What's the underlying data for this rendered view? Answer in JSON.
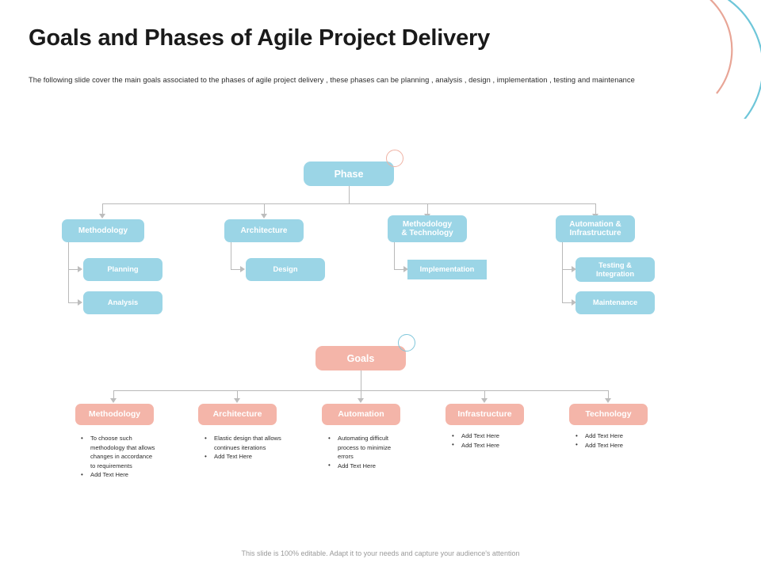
{
  "slide": {
    "title": "Goals and Phases of Agile Project Delivery",
    "subtitle": "The following slide cover the main goals associated to the phases of agile project delivery , these phases can be planning , analysis , design , implementation , testing and maintenance",
    "footer": "This slide is 100% editable. Adapt it to your needs and capture your audience's attention"
  },
  "colors": {
    "blue": "#9BD5E6",
    "salmon": "#F4B5A9",
    "connector": "#b9b9b9",
    "title": "#1a1a1a",
    "footer": "#9a9a9a"
  },
  "phases": {
    "root_label": "Phase",
    "branches": [
      {
        "label": "Methodology",
        "children": [
          "Planning",
          "Analysis"
        ]
      },
      {
        "label": "Architecture",
        "children": [
          "Design"
        ]
      },
      {
        "label": "Methodology & Technology",
        "line1": "Methodology",
        "line2": "& Technology",
        "children": [
          "Implementation"
        ]
      },
      {
        "label": "Automation & Infrastructure",
        "line1": "Automation &",
        "line2": "Infrastructure",
        "children": [
          "Testing & Integration",
          "Maintenance"
        ]
      }
    ],
    "child_labels": {
      "planning": "Planning",
      "analysis": "Analysis",
      "design": "Design",
      "implementation": "Implementation",
      "testing_l1": "Testing &",
      "testing_l2": "Integration",
      "maintenance": "Maintenance"
    }
  },
  "goals": {
    "root_label": "Goals",
    "columns": [
      {
        "label": "Methodology",
        "bullets": [
          "To choose such methodology that allows changes in accordance to requirements",
          "Add Text Here"
        ]
      },
      {
        "label": "Architecture",
        "bullets": [
          "Elastic design that allows continues iterations",
          "Add Text Here"
        ]
      },
      {
        "label": "Automation",
        "bullets": [
          "Automating difficult process to minimize errors",
          "Add Text Here"
        ]
      },
      {
        "label": "Infrastructure",
        "bullets": [
          "Add Text Here",
          "Add Text Here"
        ]
      },
      {
        "label": "Technology",
        "bullets": [
          "Add Text Here",
          "Add Text Here"
        ]
      }
    ]
  }
}
